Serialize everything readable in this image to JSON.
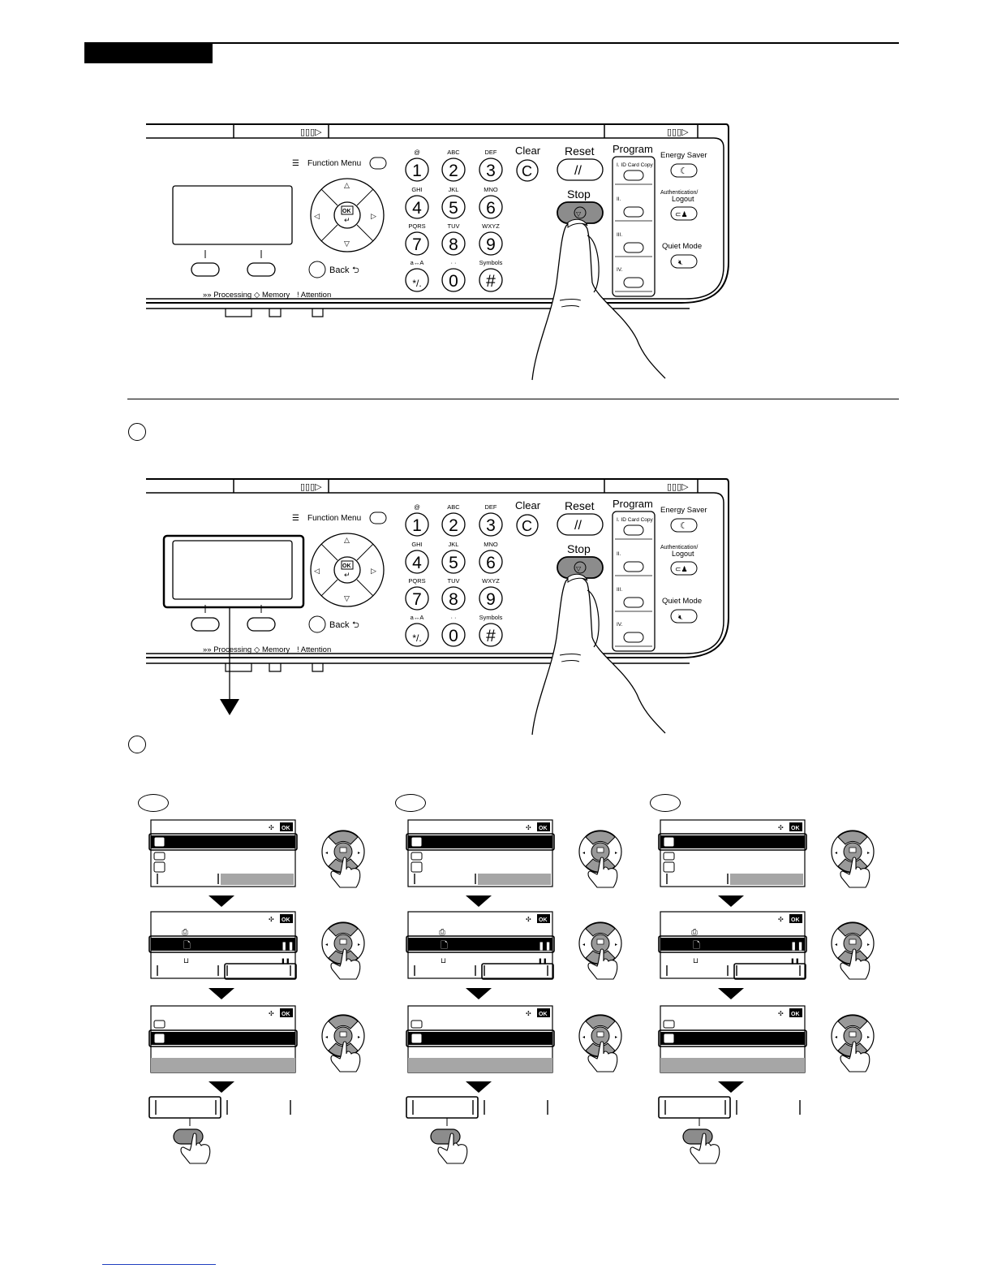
{
  "panel": {
    "function_menu": "Function Menu",
    "back": "Back",
    "clear": "Clear",
    "reset": "Reset",
    "stop": "Stop",
    "program": "Program",
    "energy_saver": "Energy Saver",
    "auth_line1": "Authentication/",
    "auth_line2": "Logout",
    "quiet_mode": "Quiet Mode",
    "id_card_copy": "I. ID Card Copy",
    "prog_keys": [
      "II.",
      "III.",
      "IV."
    ],
    "indicators": {
      "processing": "Processing",
      "memory": "Memory",
      "attention": "Attention"
    },
    "ok": "OK",
    "keys": [
      {
        "digit": "1",
        "letters": "@"
      },
      {
        "digit": "2",
        "letters": "ABC"
      },
      {
        "digit": "3",
        "letters": "DEF"
      },
      {
        "digit": "4",
        "letters": "GHI"
      },
      {
        "digit": "5",
        "letters": "JKL"
      },
      {
        "digit": "6",
        "letters": "MNO"
      },
      {
        "digit": "7",
        "letters": "PQRS"
      },
      {
        "digit": "8",
        "letters": "TUV"
      },
      {
        "digit": "9",
        "letters": "WXYZ"
      },
      {
        "digit": "*/.",
        "letters": "a↔A"
      },
      {
        "digit": "0",
        "letters": "· ·"
      },
      {
        "digit": "#",
        "letters": "Symbols"
      }
    ]
  },
  "colors": {
    "highlight": "#000000",
    "gray_bar": "#a6a6a6",
    "key_gray": "#8c8c8c",
    "footer_link": "#1f3fbf"
  },
  "icons": [
    "finger-pointer-icon",
    "stop-icon",
    "reset-icon",
    "clear-icon",
    "moon-icon",
    "login-icon",
    "quiet-icon",
    "back-arrow-icon",
    "down-arrow-icon",
    "ok-key-icon"
  ]
}
